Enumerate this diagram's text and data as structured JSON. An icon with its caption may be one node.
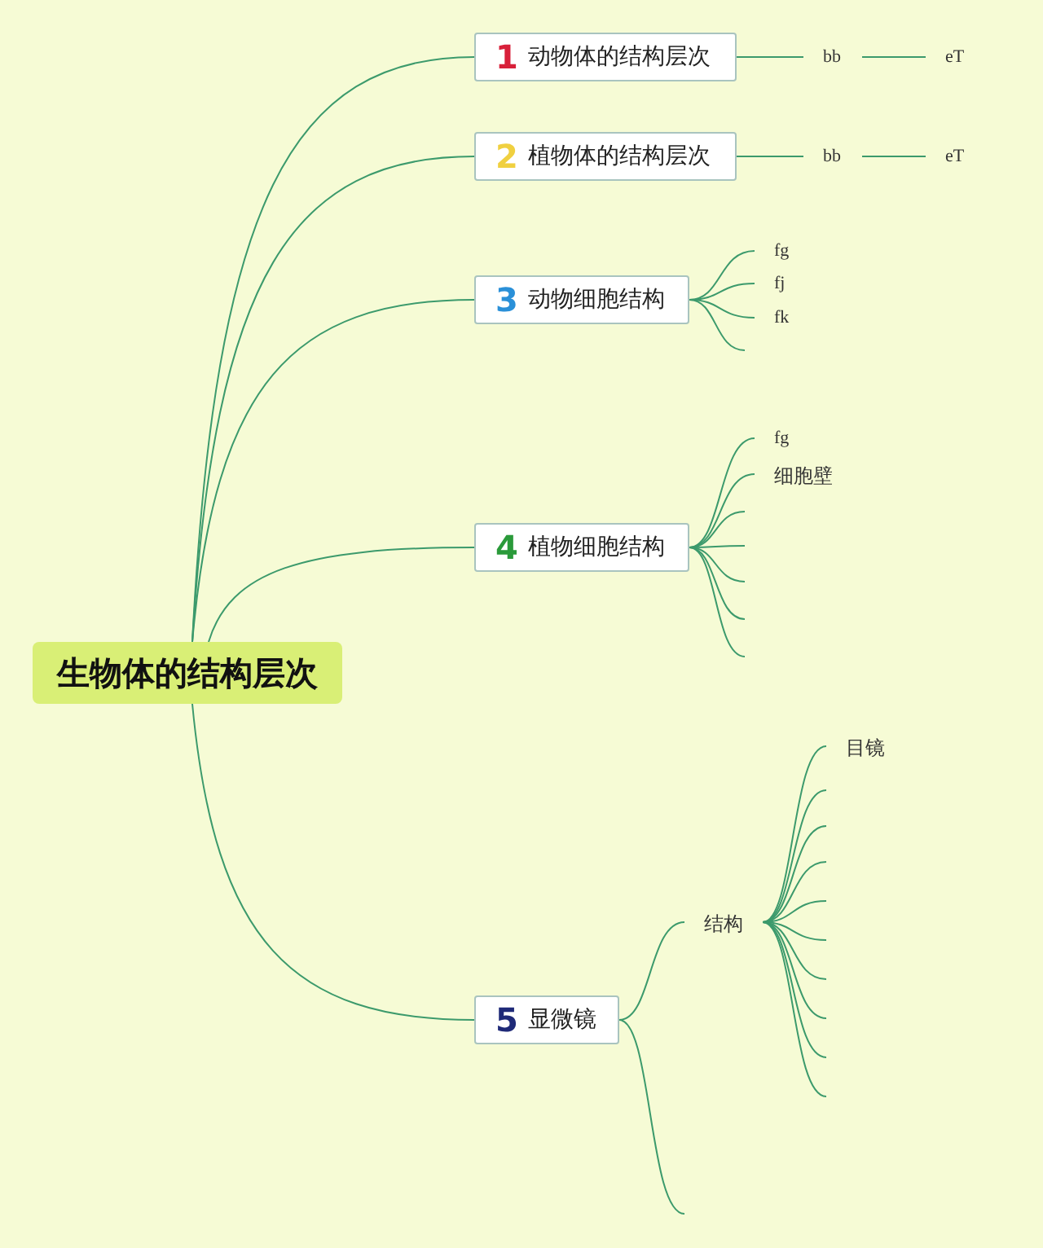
{
  "diagram": {
    "nodes": [
      {
        "text": [
          "生物体的结构层次"
        ]
      },
      {
        "text": [
          "1",
          "动物体的结构层次"
        ]
      },
      {
        "text": [
          "bb"
        ]
      },
      {
        "text": [
          "eT"
        ]
      },
      {
        "text": [
          "2",
          "植物体的结构层次"
        ]
      },
      {
        "text": [
          "bb"
        ]
      },
      {
        "text": [
          "eT"
        ]
      },
      {
        "text": [
          "3",
          "动物细胞结构"
        ]
      },
      {
        "text": [
          "fg"
        ]
      },
      {
        "text": [
          "fj"
        ]
      },
      {
        "text": [
          "fk"
        ]
      },
      {
        "text": [
          "4",
          "植物细胞结构"
        ]
      },
      {
        "text": [
          "fg"
        ]
      },
      {
        "text": [
          "细胞壁"
        ]
      },
      {
        "text": [
          "5",
          "显微镜"
        ]
      },
      {
        "text": [
          "结构"
        ]
      },
      {
        "text": [
          "目镜"
        ]
      }
    ],
    "edges": [
      {
        "from": 0,
        "to": 1,
        "arrow": "none"
      },
      {
        "from": 0,
        "to": 4,
        "arrow": "none"
      },
      {
        "from": 0,
        "to": 7,
        "arrow": "none"
      },
      {
        "from": 0,
        "to": 11,
        "arrow": "none"
      },
      {
        "from": 0,
        "to": 14,
        "arrow": "none"
      },
      {
        "from": 1,
        "to": 2,
        "arrow": "none"
      },
      {
        "from": 2,
        "to": 3,
        "arrow": "none"
      },
      {
        "from": 4,
        "to": 5,
        "arrow": "none"
      },
      {
        "from": 5,
        "to": 6,
        "arrow": "none"
      },
      {
        "from": 7,
        "to": 8,
        "arrow": "none"
      },
      {
        "from": 7,
        "to": 9,
        "arrow": "none"
      },
      {
        "from": 7,
        "to": 10,
        "arrow": "none"
      },
      {
        "from": 7,
        "to": null,
        "arrow": "none"
      },
      {
        "from": 11,
        "to": 12,
        "arrow": "none"
      },
      {
        "from": 11,
        "to": 13,
        "arrow": "none"
      },
      {
        "from": 11,
        "to": null,
        "arrow": "none"
      },
      {
        "from": 11,
        "to": null,
        "arrow": "none"
      },
      {
        "from": 11,
        "to": null,
        "arrow": "none"
      },
      {
        "from": 11,
        "to": null,
        "arrow": "none"
      },
      {
        "from": 11,
        "to": null,
        "arrow": "none"
      },
      {
        "from": 14,
        "to": 15,
        "arrow": "none"
      },
      {
        "from": 14,
        "to": null,
        "arrow": "none"
      },
      {
        "from": 15,
        "to": 16,
        "arrow": "none"
      },
      {
        "from": 15,
        "to": null,
        "arrow": "none"
      },
      {
        "from": 15,
        "to": null,
        "arrow": "none"
      },
      {
        "from": 15,
        "to": null,
        "arrow": "none"
      },
      {
        "from": 15,
        "to": null,
        "arrow": "none"
      },
      {
        "from": 15,
        "to": null,
        "arrow": "none"
      },
      {
        "from": 15,
        "to": null,
        "arrow": "none"
      },
      {
        "from": 15,
        "to": null,
        "arrow": "none"
      },
      {
        "from": 15,
        "to": null,
        "arrow": "none"
      },
      {
        "from": 15,
        "to": null,
        "arrow": "none"
      }
    ]
  }
}
